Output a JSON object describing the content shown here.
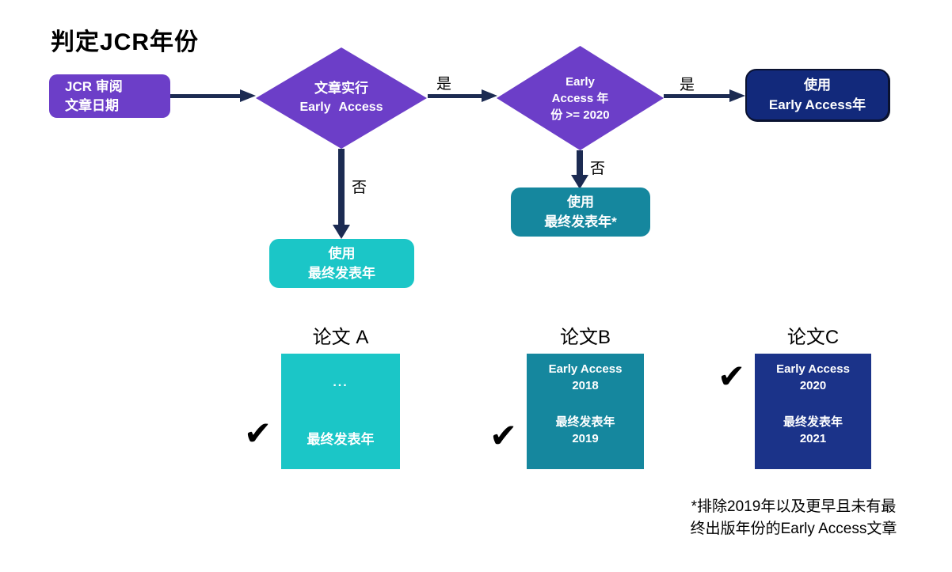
{
  "title": "判定JCR年份",
  "flowchart": {
    "start": {
      "line1": "JCR 审阅",
      "line2": "文章日期"
    },
    "decision1": {
      "line1": "文章实行",
      "line2": "Early Access"
    },
    "decision2": {
      "line1": "Early",
      "line2": "Access 年",
      "line3": "份 >= 2020"
    },
    "yes_label": "是",
    "no_label": "否",
    "result_early_access": {
      "line1": "使用",
      "line2": "Early Access年"
    },
    "result_final_pub": {
      "line1": "使用",
      "line2": "最终发表年"
    },
    "result_final_pub_asterisk": {
      "line1": "使用",
      "line2": "最终发表年*"
    }
  },
  "examples": [
    {
      "title": "论文 A",
      "dots": "...",
      "bottom_line1": "最终发表年",
      "bottom_line2": "",
      "check": "✔"
    },
    {
      "title": "论文B",
      "top_line1": "Early Access",
      "top_line2": "2018",
      "bottom_line1": "最终发表年",
      "bottom_line2": "2019",
      "check": "✔"
    },
    {
      "title": "论文C",
      "top_line1": "Early Access",
      "top_line2": "2020",
      "bottom_line1": "最终发表年",
      "bottom_line2": "2021",
      "check": "✔"
    }
  ],
  "footnote": {
    "line1": "*排除2019年以及更早且未有最",
    "line2": "终出版年份的Early Access文章"
  },
  "colors": {
    "purple": "#6C3EC8",
    "navy_box": "#12297B",
    "navy_square": "#1B3389",
    "bright_teal": "#1BC6C7",
    "dark_teal": "#15879E",
    "arrow_navy": "#1C2B52",
    "text_black": "#000000",
    "text_white": "#FFFFFF"
  }
}
